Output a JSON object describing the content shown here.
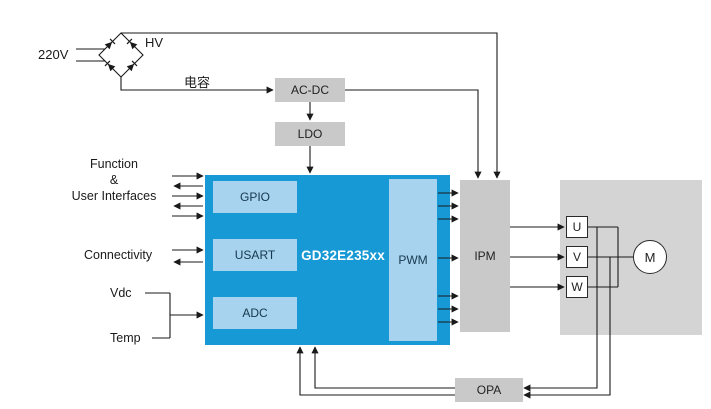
{
  "diagram": {
    "power": {
      "mains_label": "220V",
      "hv_label": "HV",
      "cap_label": "电容",
      "acdc_label": "AC-DC",
      "ldo_label": "LDO"
    },
    "mcu": {
      "label": "GD32E235xx",
      "gpio": "GPIO",
      "usart": "USART",
      "adc": "ADC",
      "pwm": "PWM"
    },
    "left": {
      "function_line1": "Function",
      "function_line2": "&",
      "function_line3": "User Interfaces",
      "connectivity": "Connectivity",
      "vdc": "Vdc",
      "temp": "Temp"
    },
    "right": {
      "ipm": "IPM",
      "phase_u": "U",
      "phase_v": "V",
      "phase_w": "W",
      "motor": "M",
      "opa": "OPA"
    },
    "colors": {
      "mcu_blue": "#1699d4",
      "inner_blue": "#a7d3ee",
      "block_gray": "#c9c9c9",
      "motor_gray": "#d4d4d4",
      "line": "#1a1a1a"
    }
  }
}
